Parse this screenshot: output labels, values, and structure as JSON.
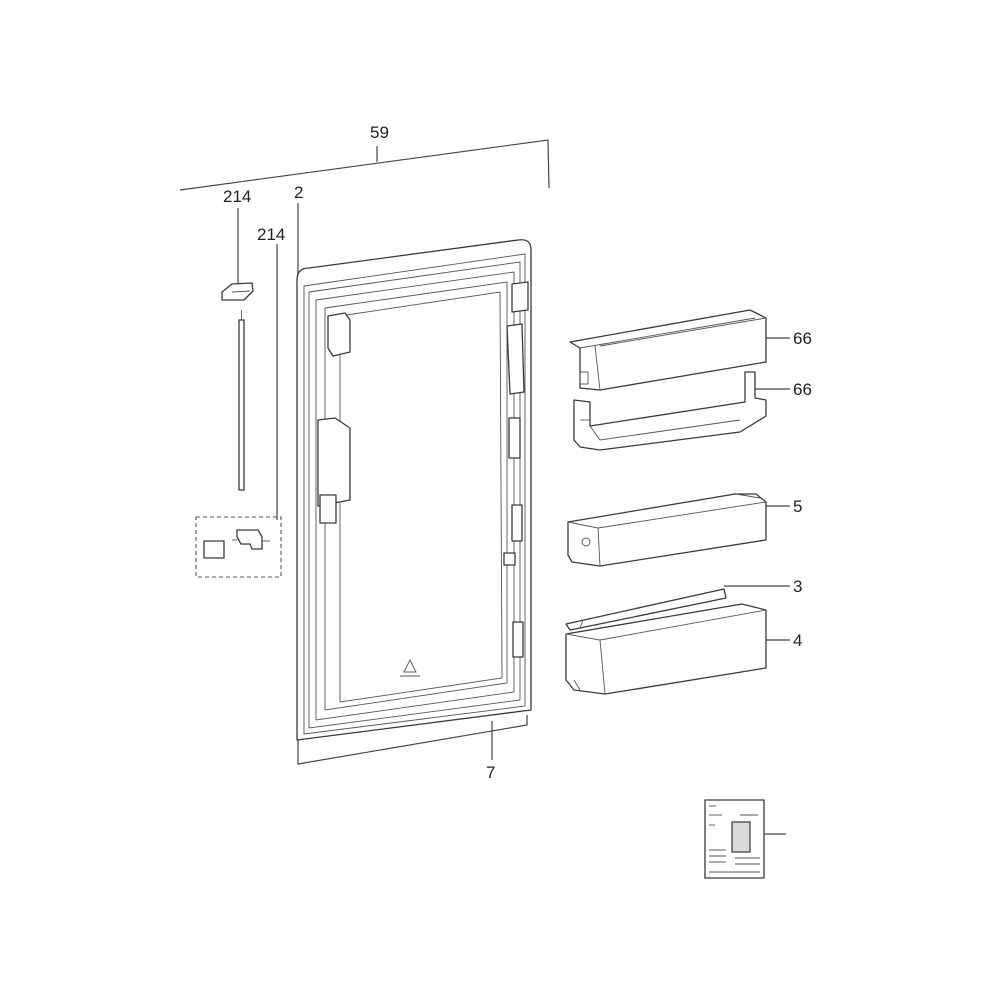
{
  "labels": {
    "l59": "59",
    "l2": "2",
    "l214a": "214",
    "l214b": "214",
    "l66a": "66",
    "l66b": "66",
    "l5": "5",
    "l3": "3",
    "l4": "4",
    "l7": "7"
  },
  "colors": {
    "line": "#444444",
    "background": "#ffffff"
  }
}
